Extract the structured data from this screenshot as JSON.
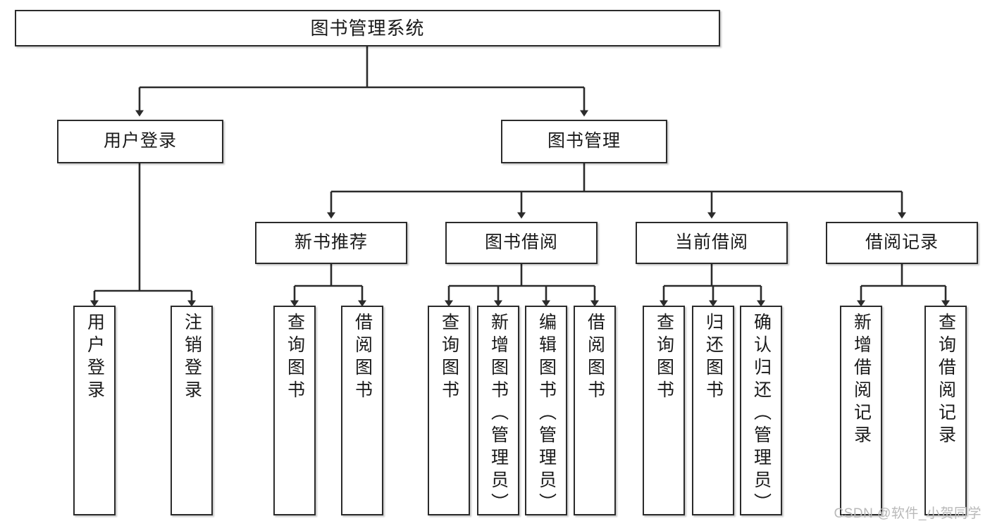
{
  "diagram": {
    "title": "图书管理系统",
    "type": "tree-hierarchy-diagram",
    "watermark": "CSDN @软件_小贺同学",
    "colors": {
      "box_border": "#2b2b2b",
      "box_fill": "#ffffff",
      "edge": "#2b2b2b",
      "text": "#1a1a1a",
      "watermark": "#b9b9b9"
    },
    "nodes": {
      "root": {
        "label": "图书管理系统",
        "orientation": "horizontal"
      },
      "level1": [
        {
          "id": "user-login",
          "label": "用户登录",
          "orientation": "horizontal"
        },
        {
          "id": "book-management",
          "label": "图书管理",
          "orientation": "horizontal"
        }
      ],
      "level2": [
        {
          "id": "new-book-recommend",
          "label": "新书推荐",
          "orientation": "horizontal"
        },
        {
          "id": "book-borrow",
          "label": "图书借阅",
          "orientation": "horizontal"
        },
        {
          "id": "current-borrow",
          "label": "当前借阅",
          "orientation": "horizontal"
        },
        {
          "id": "borrow-record",
          "label": "借阅记录",
          "orientation": "horizontal"
        }
      ],
      "leaves": [
        {
          "id": "leaf-user-login",
          "label": "用户登录",
          "parent": "user-login",
          "orientation": "vertical"
        },
        {
          "id": "leaf-logout-login",
          "label": "注销登录",
          "parent": "user-login",
          "orientation": "vertical"
        },
        {
          "id": "leaf-query-book-1",
          "label": "查询图书",
          "parent": "new-book-recommend",
          "orientation": "vertical"
        },
        {
          "id": "leaf-borrow-book-1",
          "label": "借阅图书",
          "parent": "new-book-recommend",
          "orientation": "vertical"
        },
        {
          "id": "leaf-query-book-2",
          "label": "查询图书",
          "parent": "book-borrow",
          "orientation": "vertical"
        },
        {
          "id": "leaf-add-book",
          "label": "新增图书（管理员）",
          "parent": "book-borrow",
          "orientation": "vertical"
        },
        {
          "id": "leaf-edit-book",
          "label": "编辑图书（管理员）",
          "parent": "book-borrow",
          "orientation": "vertical"
        },
        {
          "id": "leaf-borrow-book-2",
          "label": "借阅图书",
          "parent": "book-borrow",
          "orientation": "vertical"
        },
        {
          "id": "leaf-query-book-3",
          "label": "查询图书",
          "parent": "current-borrow",
          "orientation": "vertical"
        },
        {
          "id": "leaf-return-book",
          "label": "归还图书",
          "parent": "current-borrow",
          "orientation": "vertical"
        },
        {
          "id": "leaf-confirm-return",
          "label": "确认归还（管理员）",
          "parent": "current-borrow",
          "orientation": "vertical"
        },
        {
          "id": "leaf-add-borrow-record",
          "label": "新增借阅记录",
          "parent": "borrow-record",
          "orientation": "vertical"
        },
        {
          "id": "leaf-query-borrow-record",
          "label": "查询借阅记录",
          "parent": "borrow-record",
          "orientation": "vertical"
        }
      ]
    }
  }
}
